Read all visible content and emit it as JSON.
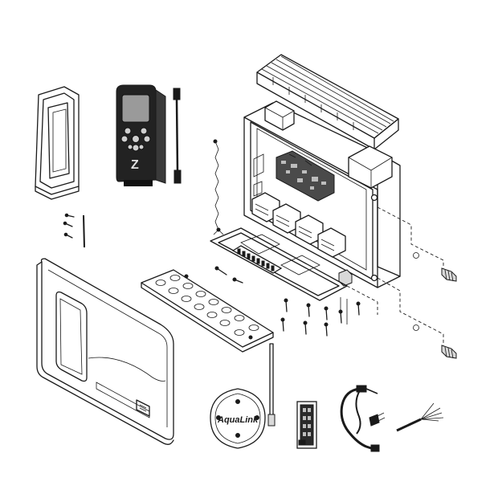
{
  "diagram": {
    "antenna_logo_text": "AquaLink"
  },
  "colors": {
    "line": "#1a1a1a",
    "fill": "#ffffff",
    "shade": "#d9d9d9",
    "remote_body": "#222222",
    "remote_screen": "#9a9a9a"
  },
  "parts": [
    "wall-mount-bezel",
    "handheld-remote",
    "connector-cable",
    "ground-chain",
    "screws",
    "pin",
    "enclosure-cover",
    "mounting-plate",
    "antenna",
    "control-box",
    "ribbed-lid",
    "terminal-gasket",
    "cable-glands",
    "relay-module",
    "power-cable",
    "wire-leads"
  ]
}
